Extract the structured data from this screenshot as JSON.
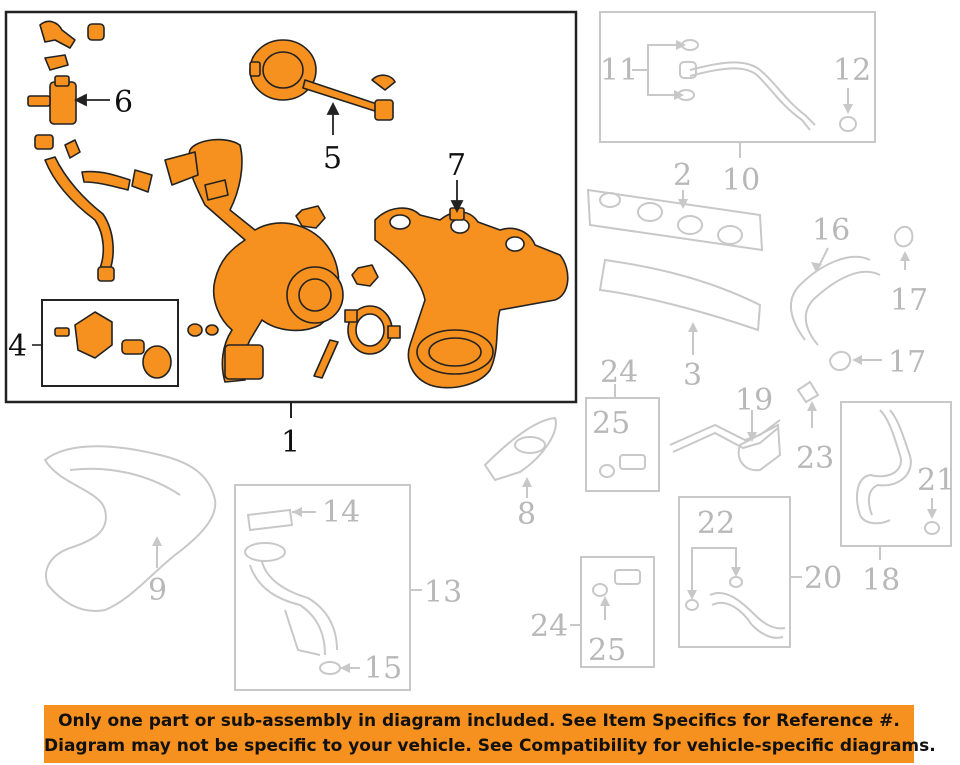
{
  "colors": {
    "highlight": "#f6901e",
    "ghost": "#c8c8c8",
    "outline": "#222222",
    "banner_bg": "#f6901e"
  },
  "callouts": {
    "c1": "1",
    "c2": "2",
    "c3": "3",
    "c4": "4",
    "c5": "5",
    "c6": "6",
    "c7": "7",
    "c8": "8",
    "c9": "9",
    "c10": "10",
    "c11": "11",
    "c12": "12",
    "c13": "13",
    "c14": "14",
    "c15": "15",
    "c16": "16",
    "c17a": "17",
    "c17b": "17",
    "c18": "18",
    "c19": "19",
    "c20": "20",
    "c21": "21",
    "c22": "22",
    "c23": "23",
    "c24a": "24",
    "c24b": "24",
    "c25a": "25",
    "c25b": "25"
  },
  "banner": {
    "line1": "Only one part or sub-assembly in diagram included. See Item Specifics for Reference #.",
    "line2": "Diagram may not be specific to your vehicle. See Compatibility for vehicle-specific diagrams."
  }
}
